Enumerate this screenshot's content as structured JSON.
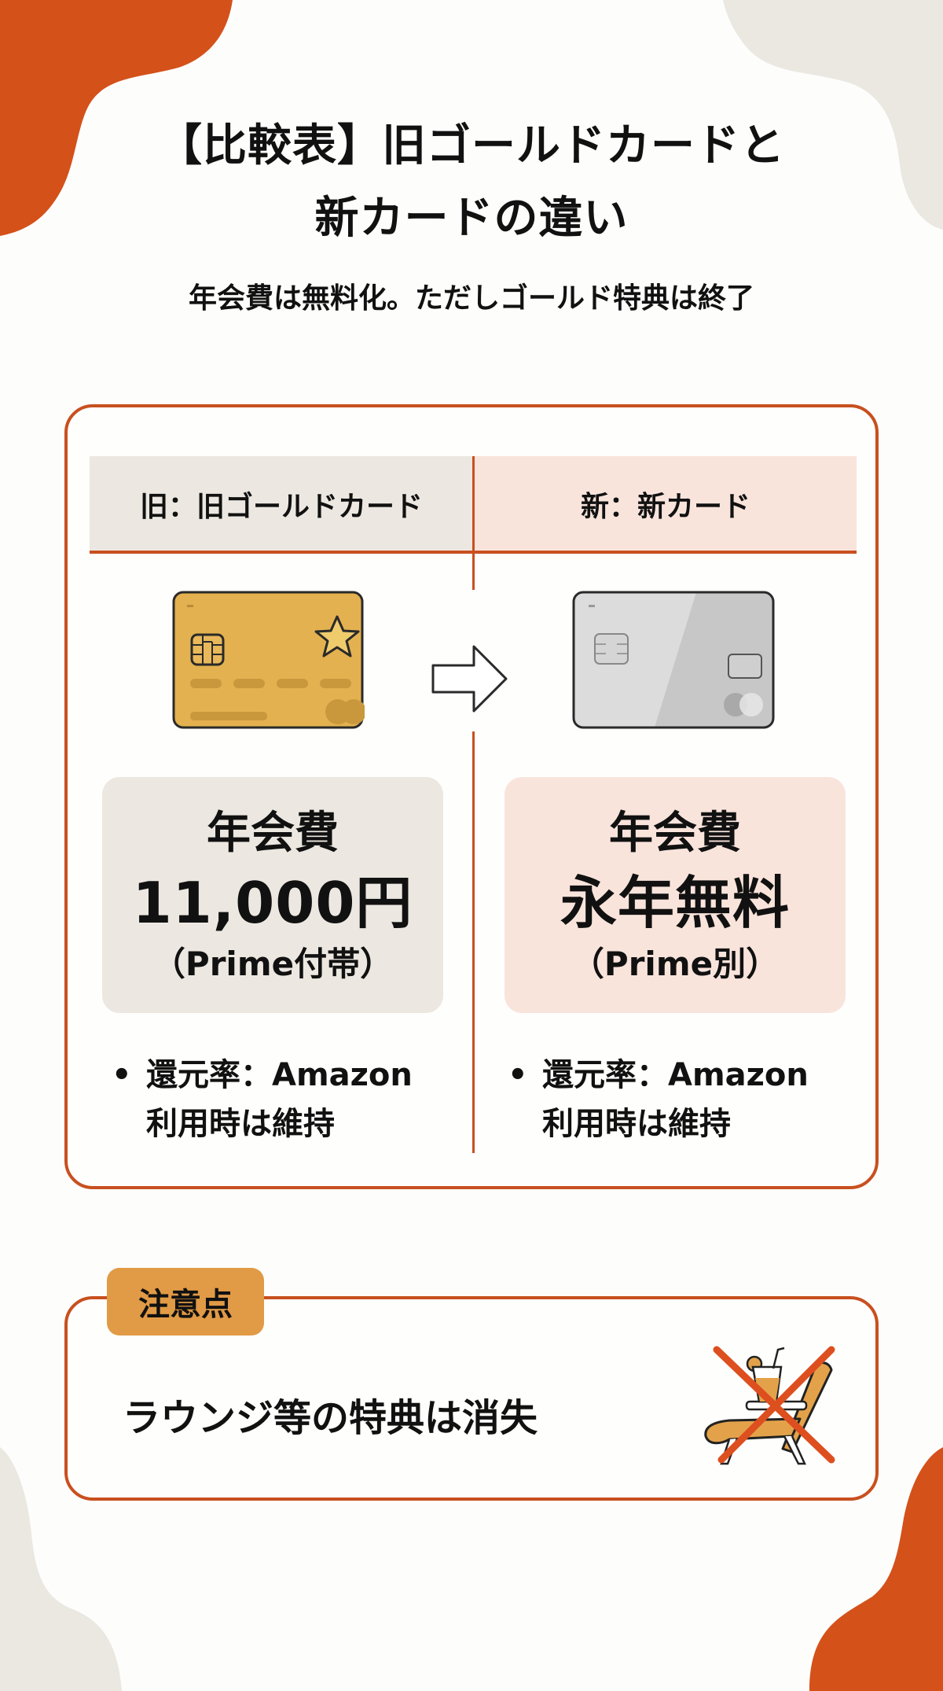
{
  "colors": {
    "accent": "#c8501f",
    "accent_blob": "#d4511a",
    "beige": "#ebe7e1",
    "old_bg": "#ece8e1",
    "new_bg": "#f9e4dc",
    "tag_bg": "#e19a45",
    "gold_card": "#e3b14f",
    "silver_card": "#d3d3d3"
  },
  "header": {
    "title_line1": "【比較表】旧ゴールドカードと",
    "title_line2": "新カードの違い",
    "subtitle": "年会費は無料化。ただしゴールド特典は終了"
  },
  "comparison": {
    "old": {
      "header": "旧：旧ゴールドカード",
      "card_icon": "gold-credit-card-icon",
      "fee_label": "年会費",
      "fee_value": "11,000円",
      "fee_note": "（Prime付帯）",
      "bullet": "•",
      "rate_line1": "還元率：Amazon",
      "rate_line2": "利用時は維持"
    },
    "arrow_icon": "right-arrow-icon",
    "new": {
      "header": "新：新カード",
      "card_icon": "silver-credit-card-icon",
      "fee_label": "年会費",
      "fee_value": "永年無料",
      "fee_note": "（Prime別）",
      "bullet": "•",
      "rate_line1": "還元率：Amazon",
      "rate_line2": "利用時は維持"
    }
  },
  "caution": {
    "tag": "注意点",
    "text": "ラウンジ等の特典は消失",
    "icon": "no-lounge-chair-icon"
  }
}
